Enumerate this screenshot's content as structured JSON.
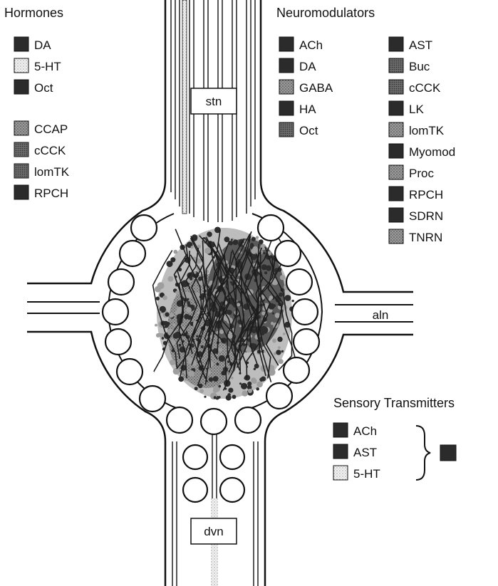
{
  "colors": {
    "line": "#111111",
    "background": "#ffffff",
    "dark_swatch": "#2b2b2b",
    "light_swatch": "#e6e6e6",
    "medium_swatch": "#8e8e8e",
    "gray_swatch": "#7a7a7a",
    "neuropil_dark": "#2d2d2d",
    "neuropil_light": "#9e9e9e"
  },
  "hormones": {
    "title": "Hormones",
    "group1": [
      {
        "label": "DA",
        "shade": "dark"
      },
      {
        "label": "5-HT",
        "shade": "light"
      },
      {
        "label": "Oct",
        "shade": "dark"
      }
    ],
    "group2": [
      {
        "label": "CCAP",
        "shade": "medium"
      },
      {
        "label": "cCCK",
        "shade": "gray"
      },
      {
        "label": "lomTK",
        "shade": "gray"
      },
      {
        "label": "RPCH",
        "shade": "dark"
      }
    ]
  },
  "neuromodulators": {
    "title": "Neuromodulators",
    "col1": [
      {
        "label": "ACh",
        "shade": "dark"
      },
      {
        "label": "DA",
        "shade": "dark"
      },
      {
        "label": "GABA",
        "shade": "medium"
      },
      {
        "label": "HA",
        "shade": "dark"
      },
      {
        "label": "Oct",
        "shade": "gray"
      }
    ],
    "col2": [
      {
        "label": "AST",
        "shade": "dark"
      },
      {
        "label": "Buc",
        "shade": "gray"
      },
      {
        "label": "cCCK",
        "shade": "gray"
      },
      {
        "label": "LK",
        "shade": "dark"
      },
      {
        "label": "lomTK",
        "shade": "medium"
      },
      {
        "label": "Myomod",
        "shade": "dark"
      },
      {
        "label": "Proc",
        "shade": "medium"
      },
      {
        "label": "RPCH",
        "shade": "dark"
      },
      {
        "label": "SDRN",
        "shade": "dark"
      },
      {
        "label": "TNRN",
        "shade": "medium"
      }
    ]
  },
  "sensory": {
    "title": "Sensory Transmitters",
    "items": [
      {
        "label": "ACh",
        "shade": "dark"
      },
      {
        "label": "AST",
        "shade": "dark"
      },
      {
        "label": "5-HT",
        "shade": "light"
      }
    ]
  },
  "nerves": {
    "stn": "stn",
    "aln": "aln",
    "dvn": "dvn"
  }
}
